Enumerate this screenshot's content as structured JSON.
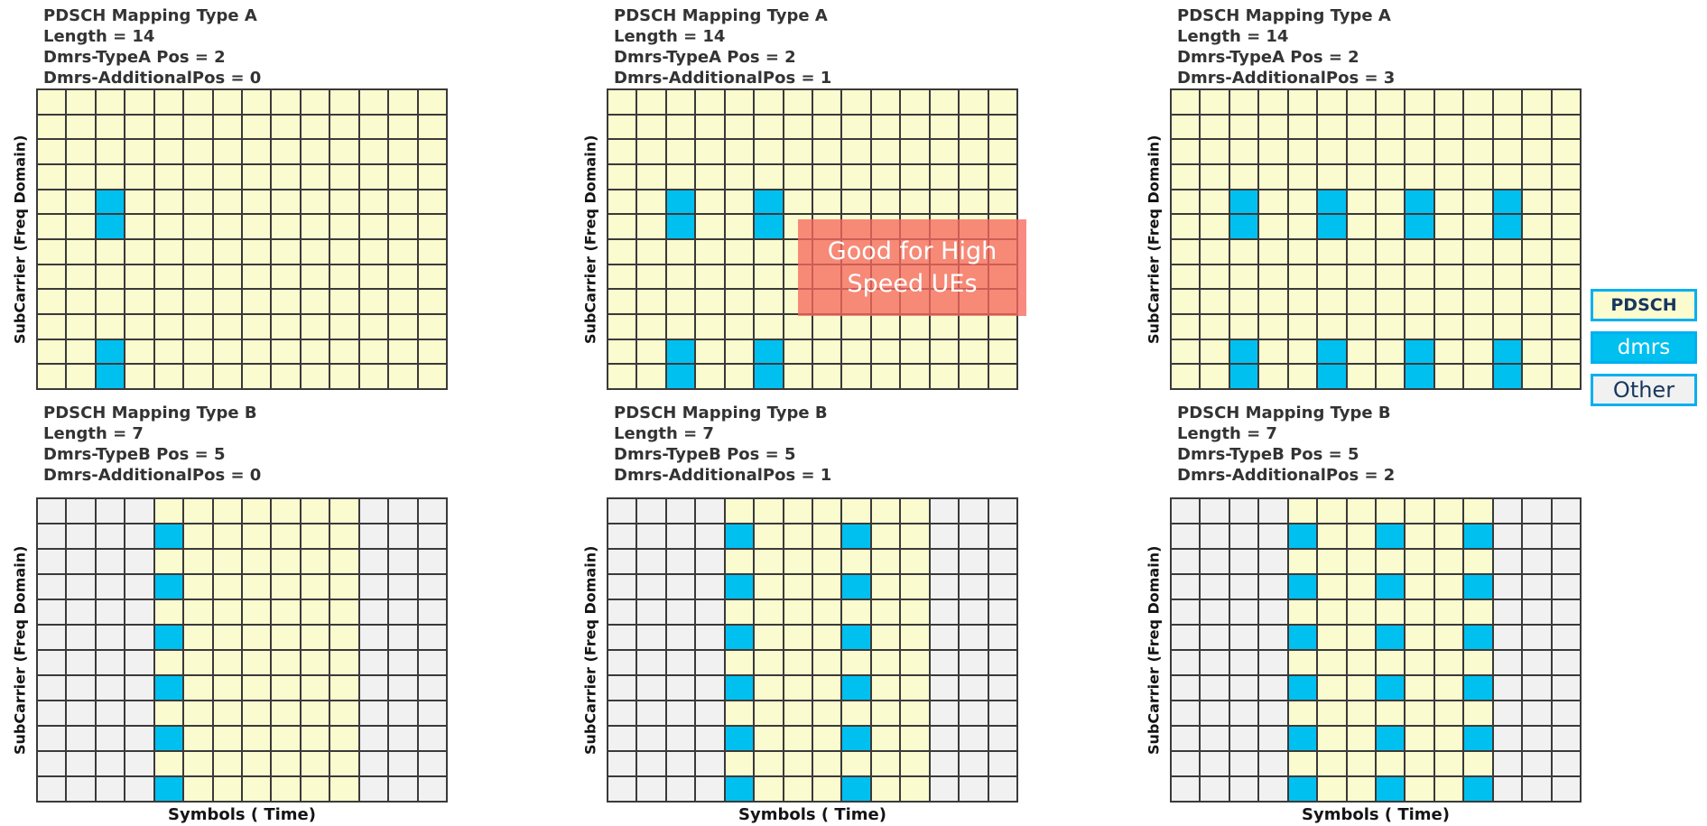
{
  "axis": {
    "y_label": "SubCarrier (Freq Domain)",
    "x_label": "Symbols ( Time)"
  },
  "overlay": {
    "text": "Good for High Speed UEs"
  },
  "legend": {
    "items": [
      {
        "label": "PDSCH",
        "type": "pdsch"
      },
      {
        "label": "dmrs",
        "type": "dmrs"
      },
      {
        "label": "Other",
        "type": "other"
      }
    ]
  },
  "colors": {
    "pdsch": "#FBFBD0",
    "dmrs": "#00C0F0",
    "other": "#F1F1F1",
    "gridline": "#3A3A3A",
    "header_text": "#333333",
    "legend_border": "#00B0F0",
    "legend_text": "#17375E",
    "overlay_bg": "rgba(246,105,93,0.78)",
    "overlay_text": "#FFFFFF"
  },
  "diagrams": [
    {
      "title_lines": [
        "PDSCH Mapping Type A",
        "Length = 14",
        "Dmrs-TypeA Pos = 2",
        "Dmrs-AdditionalPos = 0"
      ],
      "grid": {
        "cols": 14,
        "rows": 12,
        "pdsch_col_start": 0,
        "pdsch_col_end": 13,
        "dmrs_cols": [
          2
        ],
        "dmrs_rows": [
          4,
          5,
          10,
          11
        ]
      }
    },
    {
      "title_lines": [
        "PDSCH Mapping Type A",
        "Length = 14",
        "Dmrs-TypeA Pos = 2",
        "Dmrs-AdditionalPos = 1"
      ],
      "grid": {
        "cols": 14,
        "rows": 12,
        "pdsch_col_start": 0,
        "pdsch_col_end": 13,
        "dmrs_cols": [
          2,
          5
        ],
        "dmrs_rows": [
          4,
          5,
          10,
          11
        ]
      }
    },
    {
      "title_lines": [
        "PDSCH Mapping Type A",
        "Length = 14",
        "Dmrs-TypeA Pos = 2",
        "Dmrs-AdditionalPos = 3"
      ],
      "grid": {
        "cols": 14,
        "rows": 12,
        "pdsch_col_start": 0,
        "pdsch_col_end": 13,
        "dmrs_cols": [
          2,
          5,
          8,
          11
        ],
        "dmrs_rows": [
          4,
          5,
          10,
          11
        ]
      }
    },
    {
      "title_lines": [
        "PDSCH Mapping Type B",
        "Length = 7",
        "Dmrs-TypeB Pos = 5",
        "Dmrs-AdditionalPos = 0"
      ],
      "grid": {
        "cols": 14,
        "rows": 12,
        "pdsch_col_start": 4,
        "pdsch_col_end": 10,
        "dmrs_cols": [
          4
        ],
        "dmrs_rows": [
          1,
          3,
          5,
          7,
          9,
          11
        ]
      }
    },
    {
      "title_lines": [
        "PDSCH Mapping Type B",
        "Length = 7",
        "Dmrs-TypeB Pos = 5",
        "Dmrs-AdditionalPos = 1"
      ],
      "grid": {
        "cols": 14,
        "rows": 12,
        "pdsch_col_start": 4,
        "pdsch_col_end": 10,
        "dmrs_cols": [
          4,
          8
        ],
        "dmrs_rows": [
          1,
          3,
          5,
          7,
          9,
          11
        ]
      }
    },
    {
      "title_lines": [
        "PDSCH Mapping Type B",
        "Length = 7",
        "Dmrs-TypeB Pos = 5",
        "Dmrs-AdditionalPos = 2"
      ],
      "grid": {
        "cols": 14,
        "rows": 12,
        "pdsch_col_start": 4,
        "pdsch_col_end": 10,
        "dmrs_cols": [
          4,
          7,
          10
        ],
        "dmrs_rows": [
          1,
          3,
          5,
          7,
          9,
          11
        ]
      }
    }
  ]
}
